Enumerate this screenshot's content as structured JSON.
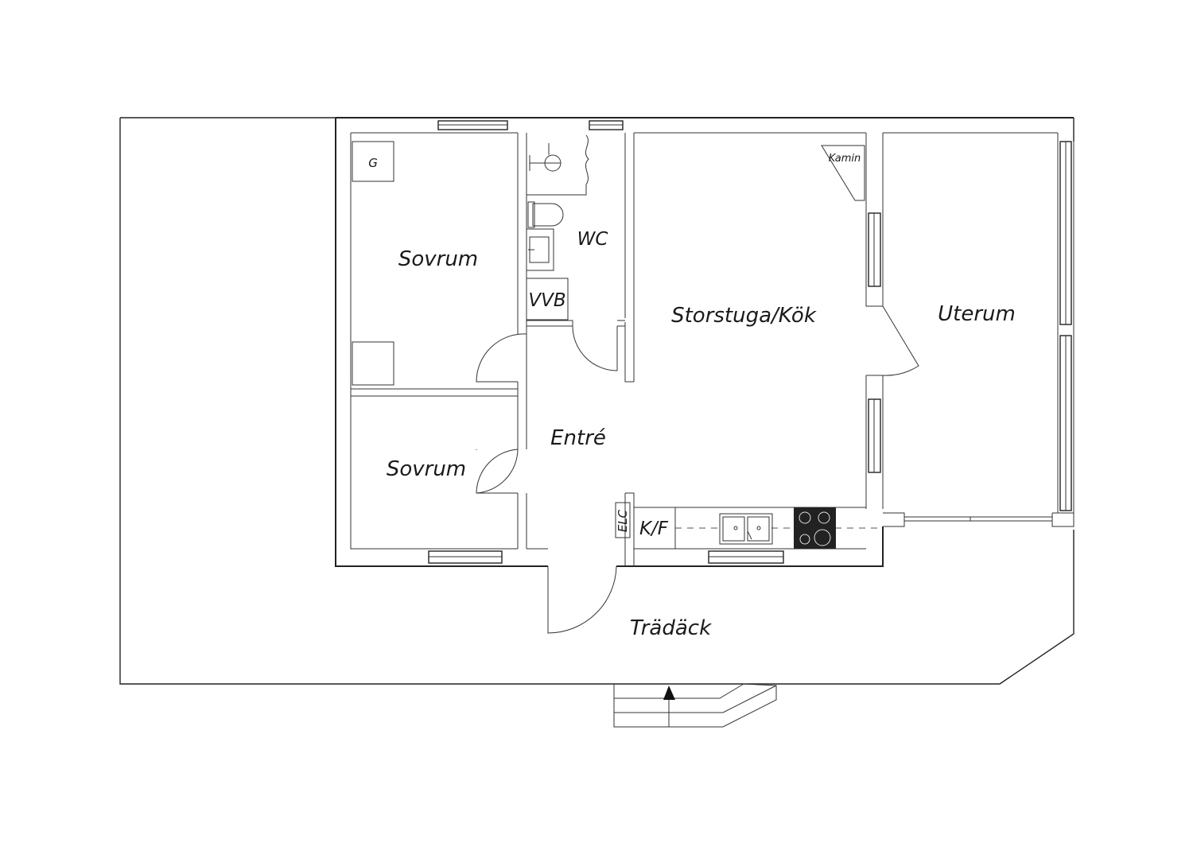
{
  "rooms": {
    "sovrum_top": "Sovrum",
    "sovrum_bottom": "Sovrum",
    "wc": "WC",
    "vvb": "VVB",
    "storstuga": "Storstuga/Kök",
    "uterum": "Uterum",
    "entre": "Entré",
    "tradack": "Trädäck",
    "kf": "K/F",
    "elc": "ELC",
    "kamin": "Kamin",
    "g": "G"
  }
}
